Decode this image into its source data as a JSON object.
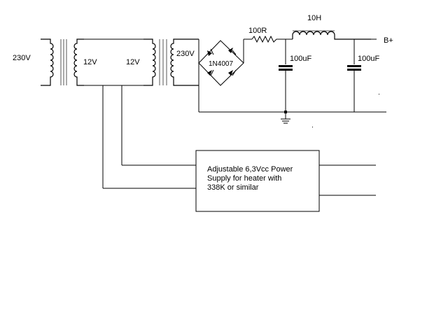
{
  "diagram": {
    "labels": {
      "mains_in": "230V",
      "t1_secondary": "12V",
      "t2_primary": "12V",
      "t2_secondary": "230V",
      "bridge": "1N4007",
      "resistor": "100R",
      "choke": "10H",
      "cap1": "100uF",
      "cap2": "100uF",
      "output": "B+"
    },
    "heater_box": {
      "lines": [
        "Adjustable 6,3Vcc Power",
        "Supply for heater with",
        "338K or similar"
      ]
    }
  }
}
